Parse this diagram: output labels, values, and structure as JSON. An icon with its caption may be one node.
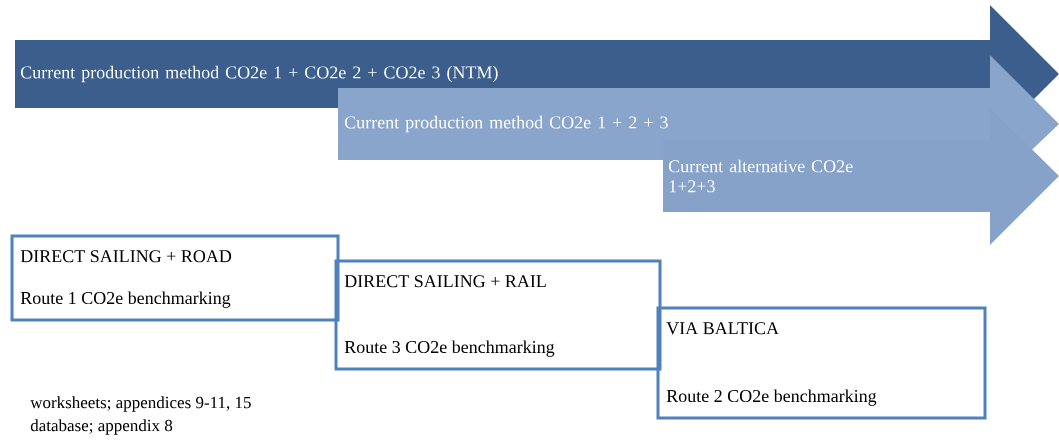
{
  "diagram": {
    "nodes": [
      {
        "text": [
          "Current production method CO2e 1 + CO2e 2 + CO2e 3 (NTM)"
        ]
      },
      {
        "text": [
          "Current production method CO2e 1 + 2 + 3"
        ]
      },
      {
        "text": [
          "Current alternative CO2e 1+2+3"
        ]
      },
      {
        "text": [
          "DIRECT SAILING + ROAD",
          "Route 1 CO2e benchmarking"
        ]
      },
      {
        "text": [
          "DIRECT SAILING + RAIL",
          "Route 3 CO2e benchmarking"
        ]
      },
      {
        "text": [
          "VIA BALTICA",
          "Route 2 CO2e benchmarking"
        ]
      }
    ],
    "edges": [],
    "labels": [
      "worksheets; appendices 9-11, 15",
      "database; appendix 8"
    ]
  }
}
